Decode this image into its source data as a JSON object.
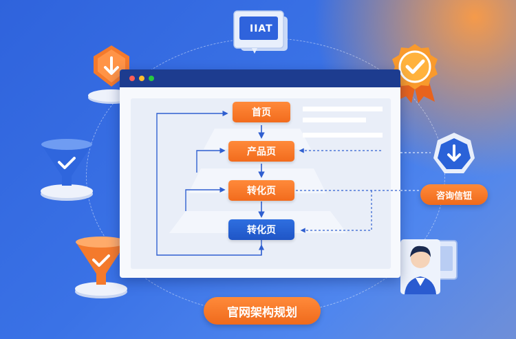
{
  "diagram": {
    "nodes": {
      "home": "首页",
      "product": "产品页",
      "conversion_1": "转化页",
      "conversion_2": "转化页"
    },
    "consult_button": "咨询信钮",
    "footer_title": "官网架构规划",
    "monitor_text": "IIAT"
  },
  "colors": {
    "accent_orange": "#f26b1d",
    "primary_blue": "#1f55c6",
    "window_bar": "#1d3c8f"
  }
}
